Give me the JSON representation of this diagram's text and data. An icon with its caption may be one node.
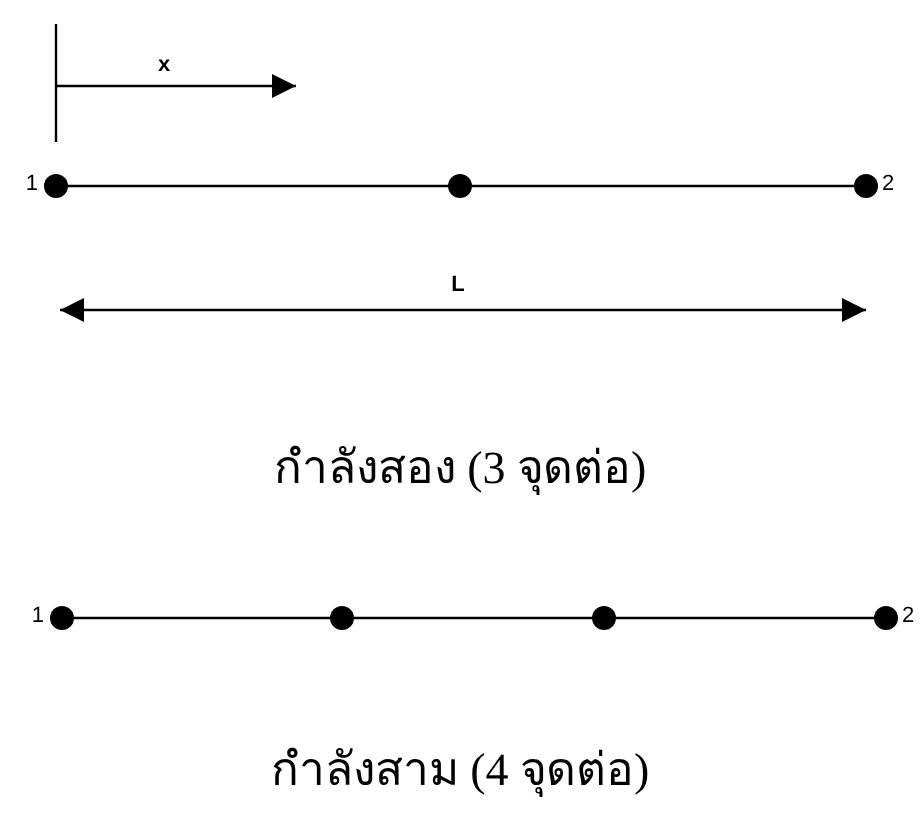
{
  "diagram": {
    "nodes": [
      {
        "text": [],
        "shape": "circle",
        "beside": [
          "1"
        ]
      },
      {
        "text": [],
        "shape": "circle"
      },
      {
        "text": [],
        "shape": "circle",
        "beside": [
          "2"
        ]
      },
      {
        "text": [],
        "shape": "circle",
        "beside": [
          "1"
        ]
      },
      {
        "text": [],
        "shape": "circle"
      },
      {
        "text": [],
        "shape": "circle"
      },
      {
        "text": [],
        "shape": "circle",
        "beside": [
          "2"
        ]
      }
    ],
    "edges": [
      {
        "from": 0,
        "to": 1,
        "arrow": "none"
      },
      {
        "from": 1,
        "to": 2,
        "arrow": "none"
      },
      {
        "from": 3,
        "to": 4,
        "arrow": "none"
      },
      {
        "from": 4,
        "to": 5,
        "arrow": "none"
      },
      {
        "from": 5,
        "to": 6,
        "arrow": "none"
      }
    ],
    "labels": [
      "x",
      "L",
      "กำลังสอง (3 จุดต่อ)",
      "กำลังสาม (4 จุดต่อ)"
    ]
  }
}
